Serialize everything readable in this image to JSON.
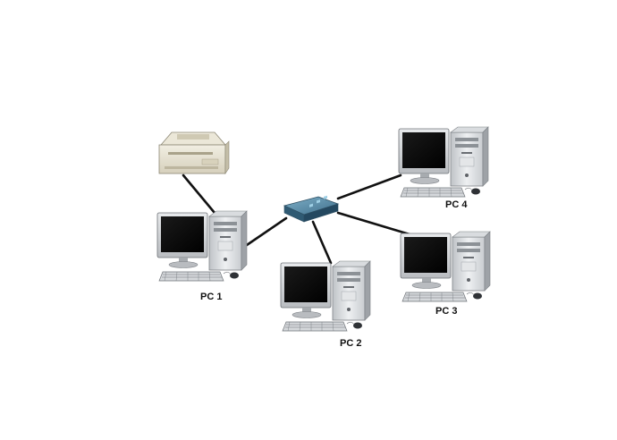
{
  "diagram": {
    "nodes": [
      {
        "id": "printer",
        "kind": "printer",
        "label": ""
      },
      {
        "id": "switch",
        "kind": "network-switch",
        "label": ""
      },
      {
        "id": "pc1",
        "kind": "computer",
        "label": "PC 1"
      },
      {
        "id": "pc2",
        "kind": "computer",
        "label": "PC 2"
      },
      {
        "id": "pc3",
        "kind": "computer",
        "label": "PC 3"
      },
      {
        "id": "pc4",
        "kind": "computer",
        "label": "PC 4"
      }
    ],
    "connections": [
      {
        "from": "printer",
        "to": "pc1"
      },
      {
        "from": "pc1",
        "to": "switch"
      },
      {
        "from": "pc2",
        "to": "switch"
      },
      {
        "from": "pc3",
        "to": "switch"
      },
      {
        "from": "pc4",
        "to": "switch"
      }
    ],
    "icons": [
      "printer-icon",
      "switch-icon",
      "computer-icon"
    ]
  }
}
